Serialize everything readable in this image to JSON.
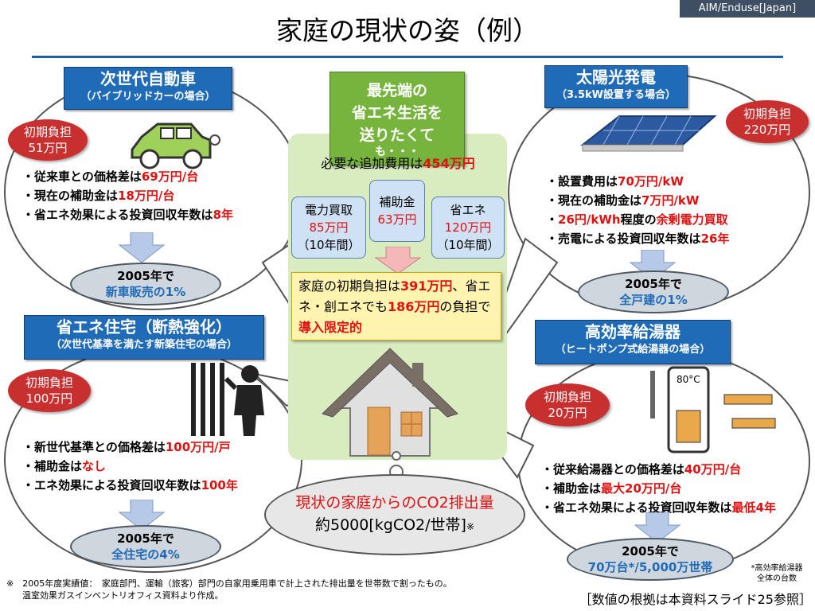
{
  "header": {
    "tag": "AIM/Enduse[Japan]",
    "title": "家庭の現状の姿（例）"
  },
  "center": {
    "head_lines": [
      "最先端の",
      "省エネ生活を",
      "送りたくて",
      "も・・・"
    ],
    "cost_prefix": "必要な追加費用は",
    "cost_value": "454万円",
    "boxes": [
      {
        "l1": "電力買取",
        "v": "85万円",
        "l3": "（10年間）"
      },
      {
        "l1": "補助金",
        "v": "63万円",
        "l3": ""
      },
      {
        "l1": "省エネ",
        "v": "120万円",
        "l3": "（10年間）"
      }
    ],
    "burden_parts": [
      "家庭の初期負担は",
      "391万円",
      "、省エネ・創エネでも",
      "186万円",
      "の負担で",
      "導入限定的"
    ]
  },
  "car": {
    "title": "次世代自動車",
    "subtitle": "（バイブリッドカーの場合）",
    "badge": [
      "初期負担",
      "51万円"
    ],
    "bullets": [
      [
        "・従来車との価格差は",
        "69万円/台"
      ],
      [
        "・現在の補助金は",
        "18万円/台"
      ],
      [
        "・省エネ効果による投資回収年数は",
        "8年"
      ]
    ],
    "pill": [
      "2005年で",
      "新車販売の1%"
    ]
  },
  "solar": {
    "title": "太陽光発電",
    "subtitle": "（3.5kW設置する場合）",
    "badge": [
      "初期負担",
      "220万円"
    ],
    "bullets": [
      [
        "・設置費用は",
        "70万円/kW",
        "",
        ""
      ],
      [
        "・現在の補助金は",
        "7万円/kW",
        "",
        ""
      ],
      [
        "・",
        "26円/kWh",
        "程度の",
        "余剰電力買取"
      ],
      [
        "・売電による投資回収年数は",
        "26年",
        "",
        ""
      ]
    ],
    "pill": [
      "2005年で",
      "全戸建の1%"
    ]
  },
  "house": {
    "title": "省エネ住宅（断熱強化）",
    "subtitle": "（次世代基準を満たす新築住宅の場合）",
    "badge": [
      "初期負担",
      "100万円"
    ],
    "bullets": [
      [
        "・新世代基準との価格差は",
        "100万円/戸"
      ],
      [
        "・補助金は",
        "なし"
      ],
      [
        "・エネ効果による投資回収年数は",
        "100年"
      ]
    ],
    "pill": [
      "2005年で",
      "全住宅の4%"
    ]
  },
  "heater": {
    "title": "高効率給湯器",
    "subtitle": "（ヒートポンプ式給湯器の場合）",
    "badge": [
      "初期負担",
      "20万円"
    ],
    "temp": "80°C",
    "bullets": [
      [
        "・従来給湯器との価格差は",
        "40万円/台"
      ],
      [
        "・補助金は",
        "最大20万円/台"
      ],
      [
        "・省エネ効果による投資回収年数は",
        "最低4年"
      ]
    ],
    "pill": [
      "2005年で",
      "70万台*/5,000万世帯"
    ],
    "note": [
      "*高効率給湯器",
      "全体の台数"
    ]
  },
  "cloud": {
    "line1": "現状の家庭からのCO2排出量",
    "line2": "約5000[kgCO2/世帯]",
    "mark": "※"
  },
  "footnote": {
    "line1": "※　2005年度実績値：　家庭部門、運輸（旅客）部門の自家用乗用車で計上された排出量を世帯数で割ったもの。",
    "line2": "温室効果ガスインベントリオフィス資料より作成。",
    "ref": "［数値の根拠は本資料スライド25参照］"
  },
  "colors": {
    "accent_blue": "#1f6bb8",
    "highlight_red": "#e01010",
    "green_head": "#76b43e"
  }
}
